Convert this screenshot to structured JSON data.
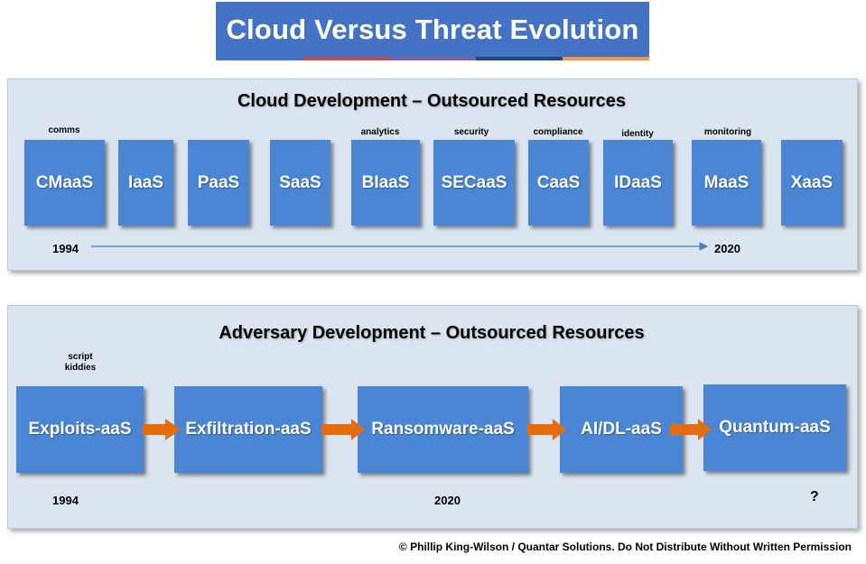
{
  "title": "Cloud Versus Threat Evolution",
  "title_stripe_colors": [
    "#4472c4",
    "#c0504d",
    "#8064a2",
    "#1f497d",
    "#f79646"
  ],
  "cloud": {
    "heading": "Cloud Development – Outsourced Resources",
    "boxes": [
      {
        "label": "CMaaS",
        "tag": "comms"
      },
      {
        "label": "IaaS",
        "tag": ""
      },
      {
        "label": "PaaS",
        "tag": ""
      },
      {
        "label": "SaaS",
        "tag": ""
      },
      {
        "label": "BIaaS",
        "tag": "analytics"
      },
      {
        "label": "SECaaS",
        "tag": "security"
      },
      {
        "label": "CaaS",
        "tag": "compliance"
      },
      {
        "label": "IDaaS",
        "tag": "identity"
      },
      {
        "label": "MaaS",
        "tag": "monitoring"
      },
      {
        "label": "XaaS",
        "tag": ""
      }
    ],
    "timeline": {
      "start": "1994",
      "end": "2020"
    }
  },
  "adversary": {
    "heading": "Adversary Development – Outsourced Resources",
    "first_tag": "script\nkiddies",
    "boxes": [
      {
        "label": "Exploits-aaS"
      },
      {
        "label": "Exfiltration-aaS"
      },
      {
        "label": "Ransomware-aaS"
      },
      {
        "label": "AI/DL-aaS"
      },
      {
        "label": "Quantum-aaS"
      }
    ],
    "timeline": {
      "start": "1994",
      "mid": "2020",
      "end": "?"
    }
  },
  "copyright": "© Phillip King-Wilson / Quantar Solutions.  Do Not Distribute Without  Written Permission",
  "colors": {
    "title_bg": "#4472c4",
    "panel_bg": "#dbe5f1",
    "box_bg": "#4a86d4",
    "arrow_orange": "#e46c0a",
    "timeline_line": "#4a7ebb"
  }
}
